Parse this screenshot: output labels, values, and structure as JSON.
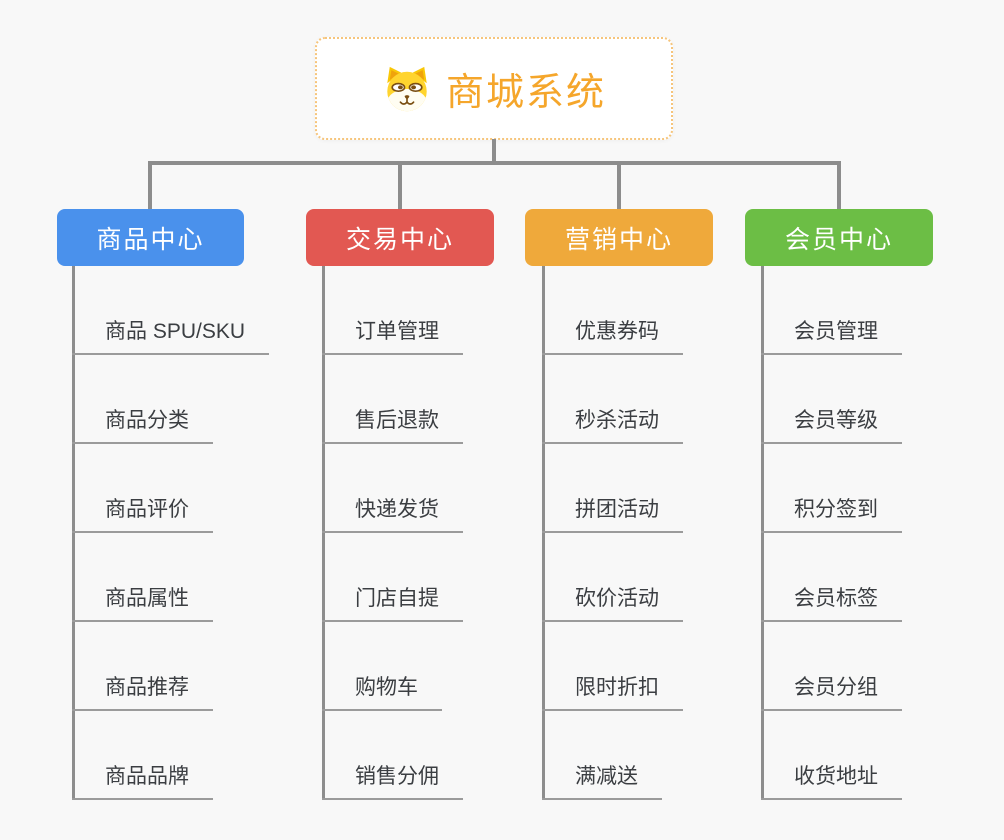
{
  "root": {
    "label": "商城系统",
    "icon": "dog-face-icon"
  },
  "branches": [
    {
      "label": "商品中心",
      "color": "#4A91EC",
      "children": [
        "商品 SPU/SKU",
        "商品分类",
        "商品评价",
        "商品属性",
        "商品推荐",
        "商品品牌"
      ]
    },
    {
      "label": "交易中心",
      "color": "#E25852",
      "children": [
        "订单管理",
        "售后退款",
        "快递发货",
        "门店自提",
        "购物车",
        "销售分佣"
      ]
    },
    {
      "label": "营销中心",
      "color": "#EFA93B",
      "children": [
        "优惠券码",
        "秒杀活动",
        "拼团活动",
        "砍价活动",
        "限时折扣",
        "满减送"
      ]
    },
    {
      "label": "会员中心",
      "color": "#6CBE45",
      "children": [
        "会员管理",
        "会员等级",
        "积分签到",
        "会员标签",
        "会员分组",
        "收货地址"
      ]
    }
  ],
  "colors": {
    "connector": "#8D8D8D",
    "underline": "#9B9B9B",
    "root-text": "#F5A62B",
    "root-border": "#F6C57C",
    "leaf-text": "#3B3E42",
    "canvas-bg": "#F8F8F8"
  }
}
